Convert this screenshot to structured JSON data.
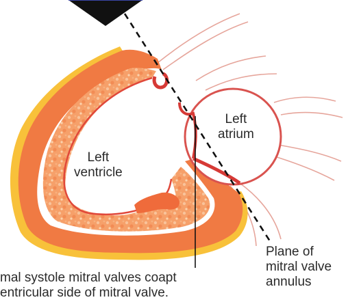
{
  "labels": {
    "left_ventricle": [
      "Left",
      "ventricle"
    ],
    "left_atrium": [
      "Left",
      "atrium"
    ],
    "plane": [
      "Plane of",
      "mitral valve",
      "annulus"
    ],
    "caption": [
      "mal systole mitral valves coapt",
      "entricular side of mitral valve."
    ]
  },
  "colors": {
    "myocardium_outer": "#f07a43",
    "myocardium_inner": "#f6b285",
    "endocardium": "#e0483a",
    "fat_layer": "#f8c13a",
    "vessel_stroke": "#d9534f",
    "guide_line": "#111111",
    "arrow": "#111111",
    "arrow_accent": "#3b46a8"
  },
  "icons": {
    "direction_arrow": "downward-triangle-arrow"
  }
}
